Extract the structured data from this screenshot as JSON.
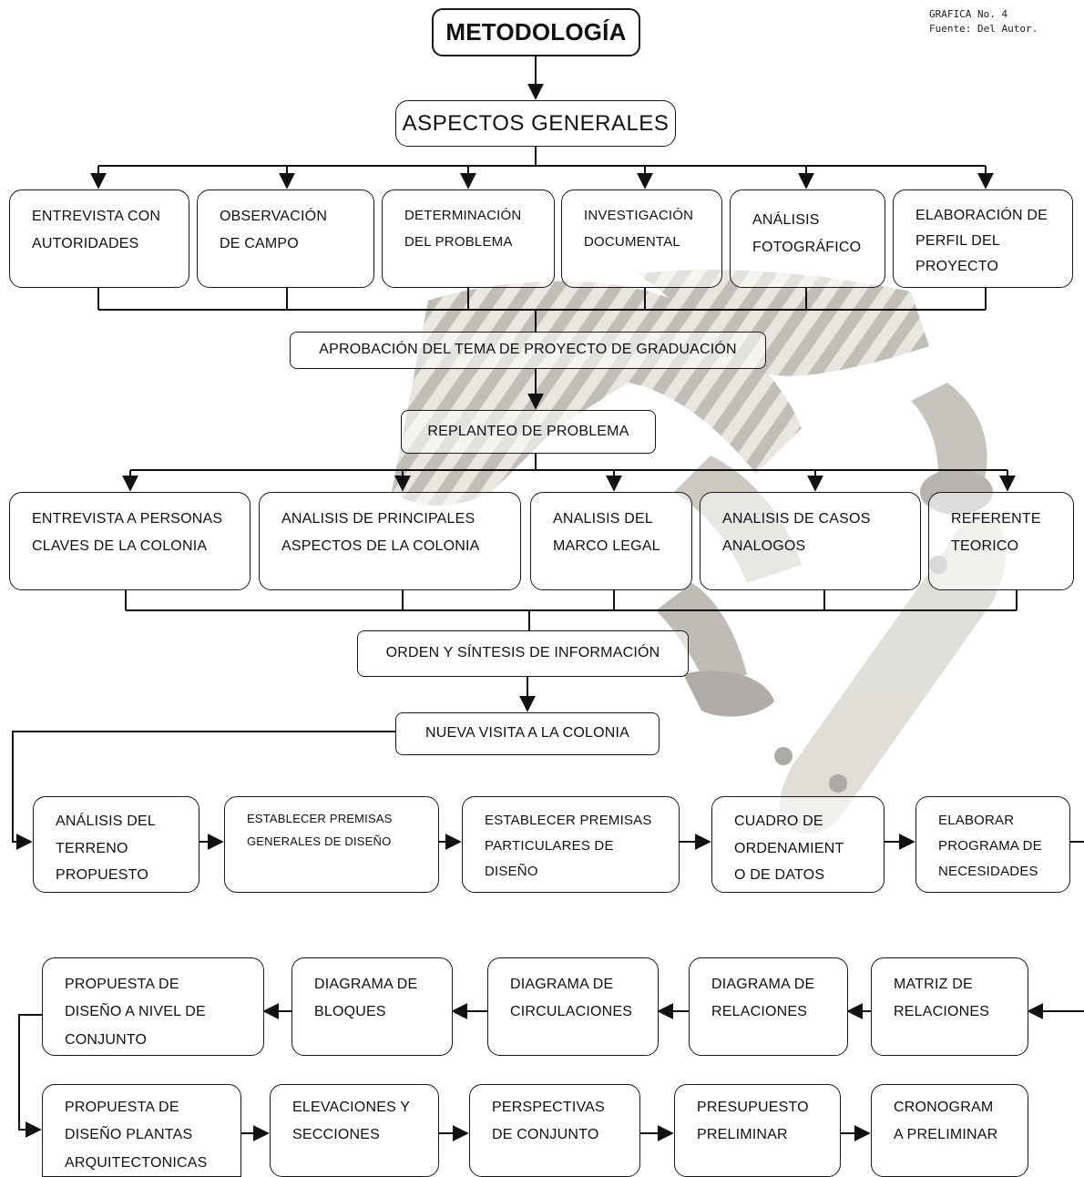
{
  "title": "METODOLOGÍA",
  "source_note": "GRAFICA No. 4\nFuente: Del Autor.",
  "level1": "ASPECTOS GENERALES",
  "row1": [
    "ENTREVISTA CON\nAUTORIDADES",
    "OBSERVACIÓN\nDE CAMPO",
    "DETERMINACIÓN\nDEL PROBLEMA",
    "INVESTIGACIÓN\nDOCUMENTAL",
    "ANÁLISIS\nFOTOGRÁFICO",
    "ELABORACIÓN DE\nPERFIL DEL\nPROYECTO"
  ],
  "approval": "APROBACIÓN DEL TEMA DE PROYECTO DE GRADUACIÓN",
  "restatement": "REPLANTEO DE PROBLEMA",
  "row2": [
    "ENTREVISTA A PERSONAS\nCLAVES DE LA COLONIA",
    "ANALISIS DE PRINCIPALES\nASPECTOS DE LA COLONIA",
    "ANALISIS DEL\nMARCO LEGAL",
    "ANALISIS DE CASOS\nANALOGOS",
    "REFERENTE\nTEORICO"
  ],
  "synthesis": "ORDEN Y SÍNTESIS DE INFORMACIÓN",
  "visit": "NUEVA VISITA A LA COLONIA",
  "row3": [
    "ANÁLISIS DEL\nTERRENO\nPROPUESTO",
    "ESTABLECER PREMISAS\nGENERALES DE DISEÑO",
    "ESTABLECER PREMISAS\nPARTICULARES DE\nDISEÑO",
    "CUADRO DE\nORDENAMIENT\nO DE DATOS",
    "ELABORAR\nPROGRAMA DE\nNECESIDADES"
  ],
  "row4": [
    "PROPUESTA DE\nDISEÑO A NIVEL DE\nCONJUNTO",
    "DIAGRAMA DE\nBLOQUES",
    "DIAGRAMA DE\nCIRCULACIONES",
    "DIAGRAMA DE\nRELACIONES",
    "MATRIZ DE\nRELACIONES"
  ],
  "row5": [
    "PROPUESTA DE\nDISEÑO PLANTAS\nARQUITECTONICAS",
    "ELEVACIONES Y\nSECCIONES",
    "PERSPECTIVAS\nDE CONJUNTO",
    "PRESUPUESTO\nPRELIMINAR",
    "CRONOGRAM\nA PRELIMINAR"
  ],
  "colors": {
    "line": "#111111",
    "watermark": "#b9b3a6"
  }
}
